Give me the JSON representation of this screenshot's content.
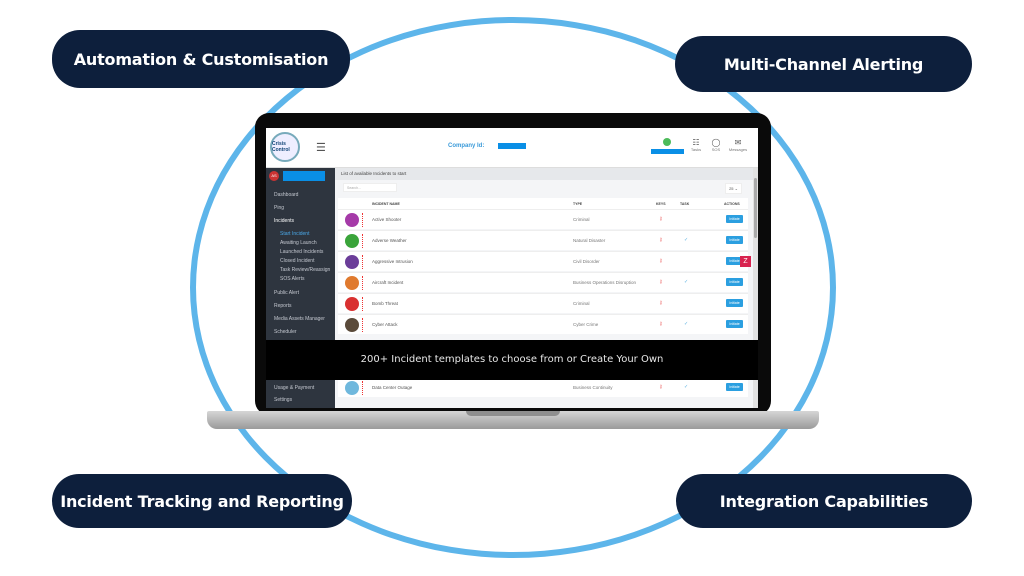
{
  "features": {
    "top_left": "Automation & Customisation",
    "top_right": "Multi-Channel Alerting",
    "bottom_left": "Incident Tracking and Reporting",
    "bottom_right": "Integration Capabilities"
  },
  "colors": {
    "pill": "#0d1f3c",
    "ring": "#5db5ea",
    "accent": "#2b9fe0"
  },
  "app": {
    "logo_text": "Crisis Control",
    "company_label": "Company Id:",
    "header_icons": [
      {
        "icon": "tasks-icon",
        "label": "Tasks"
      },
      {
        "icon": "sos-icon",
        "label": "SOS"
      },
      {
        "icon": "messages-icon",
        "label": "Messages"
      }
    ],
    "user_initials": "AS",
    "sidebar": [
      "Dashboard",
      "Ping",
      "Incidents",
      "Start Incident",
      "Awaiting Launch",
      "Launched Incidents",
      "Closed Incident",
      "Task Review/Reassign",
      "SOS Alerts",
      "Public Alert",
      "Reports",
      "Media Assets Manager",
      "Scheduler",
      "Usage & Payment",
      "Settings"
    ],
    "main_title": "List of available Incidents to start",
    "search_placeholder": "Search...",
    "page_size": "25 ⌄",
    "columns": [
      "INCIDENT NAME",
      "TYPE",
      "KEYS",
      "TASK",
      "ACTIONS"
    ],
    "rows": [
      {
        "name": "Active Shooter",
        "type": "Criminal",
        "task": false,
        "color": "#a53aa8"
      },
      {
        "name": "Adverse Weather",
        "type": "Natural Disaster",
        "task": true,
        "color": "#3aa43a"
      },
      {
        "name": "Aggressive Intrusion",
        "type": "Civil Disorder",
        "task": false,
        "color": "#6b3d99"
      },
      {
        "name": "Aircraft Incident",
        "type": "Business Operations Disruption",
        "task": true,
        "color": "#e07a2e"
      },
      {
        "name": "Bomb Threat",
        "type": "Criminal",
        "task": false,
        "color": "#d93030"
      },
      {
        "name": "Cyber Attack",
        "type": "Cyber Crime",
        "task": true,
        "color": "#5a4a3a"
      },
      {
        "name": "Data Center Outage",
        "type": "Business Continuity",
        "task": true,
        "color": "#6fb8dd"
      }
    ],
    "action_label": "Initiate",
    "overlay_text": "200+ Incident templates to choose from or Create Your Own"
  }
}
